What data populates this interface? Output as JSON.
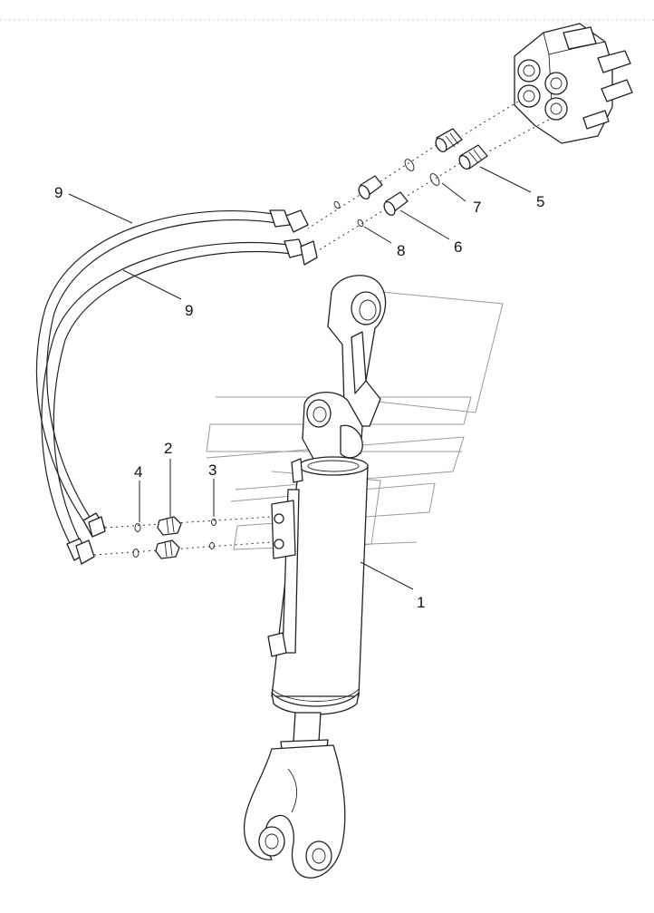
{
  "callouts": {
    "c1": "1",
    "c2": "2",
    "c3": "3",
    "c4": "4",
    "c5": "5",
    "c6": "6",
    "c7": "7",
    "c8": "8",
    "c9a": "9",
    "c9b": "9"
  },
  "colors": {
    "line": "#222222",
    "watermark": "#9a9a9a",
    "background": "#ffffff"
  }
}
